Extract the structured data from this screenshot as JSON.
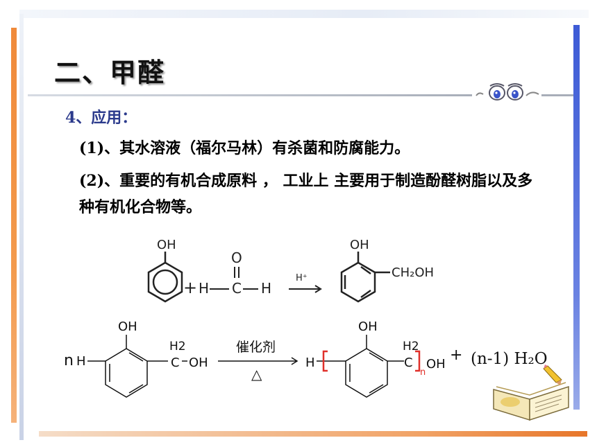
{
  "slide": {
    "title": "二、甲醛",
    "section": "4、应用：",
    "points": [
      "(1)、其水溶液（福尔马林）有杀菌和防腐能力。",
      "(2)、重要的有机合成原料 ，  工业上 主要用于制造酚醛树脂以及多种有机化合物等。"
    ]
  },
  "reaction1": {
    "phenol_oh": "OH",
    "plus": "+",
    "h_left": "H",
    "h_right": "H",
    "carbon": "C",
    "oxygen": "O",
    "catalyst": "H⁺",
    "product_oh": "OH",
    "product_group": "CH₂OH"
  },
  "reaction2": {
    "n": "n",
    "h_left": "H",
    "oh_top": "OH",
    "h2": "H2",
    "carbon": "C",
    "oh_end": "OH",
    "catalyst": "催化剂",
    "heat": "△",
    "product_h": "H",
    "product_oh_top": "OH",
    "product_h2": "H2",
    "product_c": "C",
    "subscript_n": "n",
    "product_oh_end": "OH",
    "plus": "+",
    "water": "(n-1) H₂O"
  }
}
